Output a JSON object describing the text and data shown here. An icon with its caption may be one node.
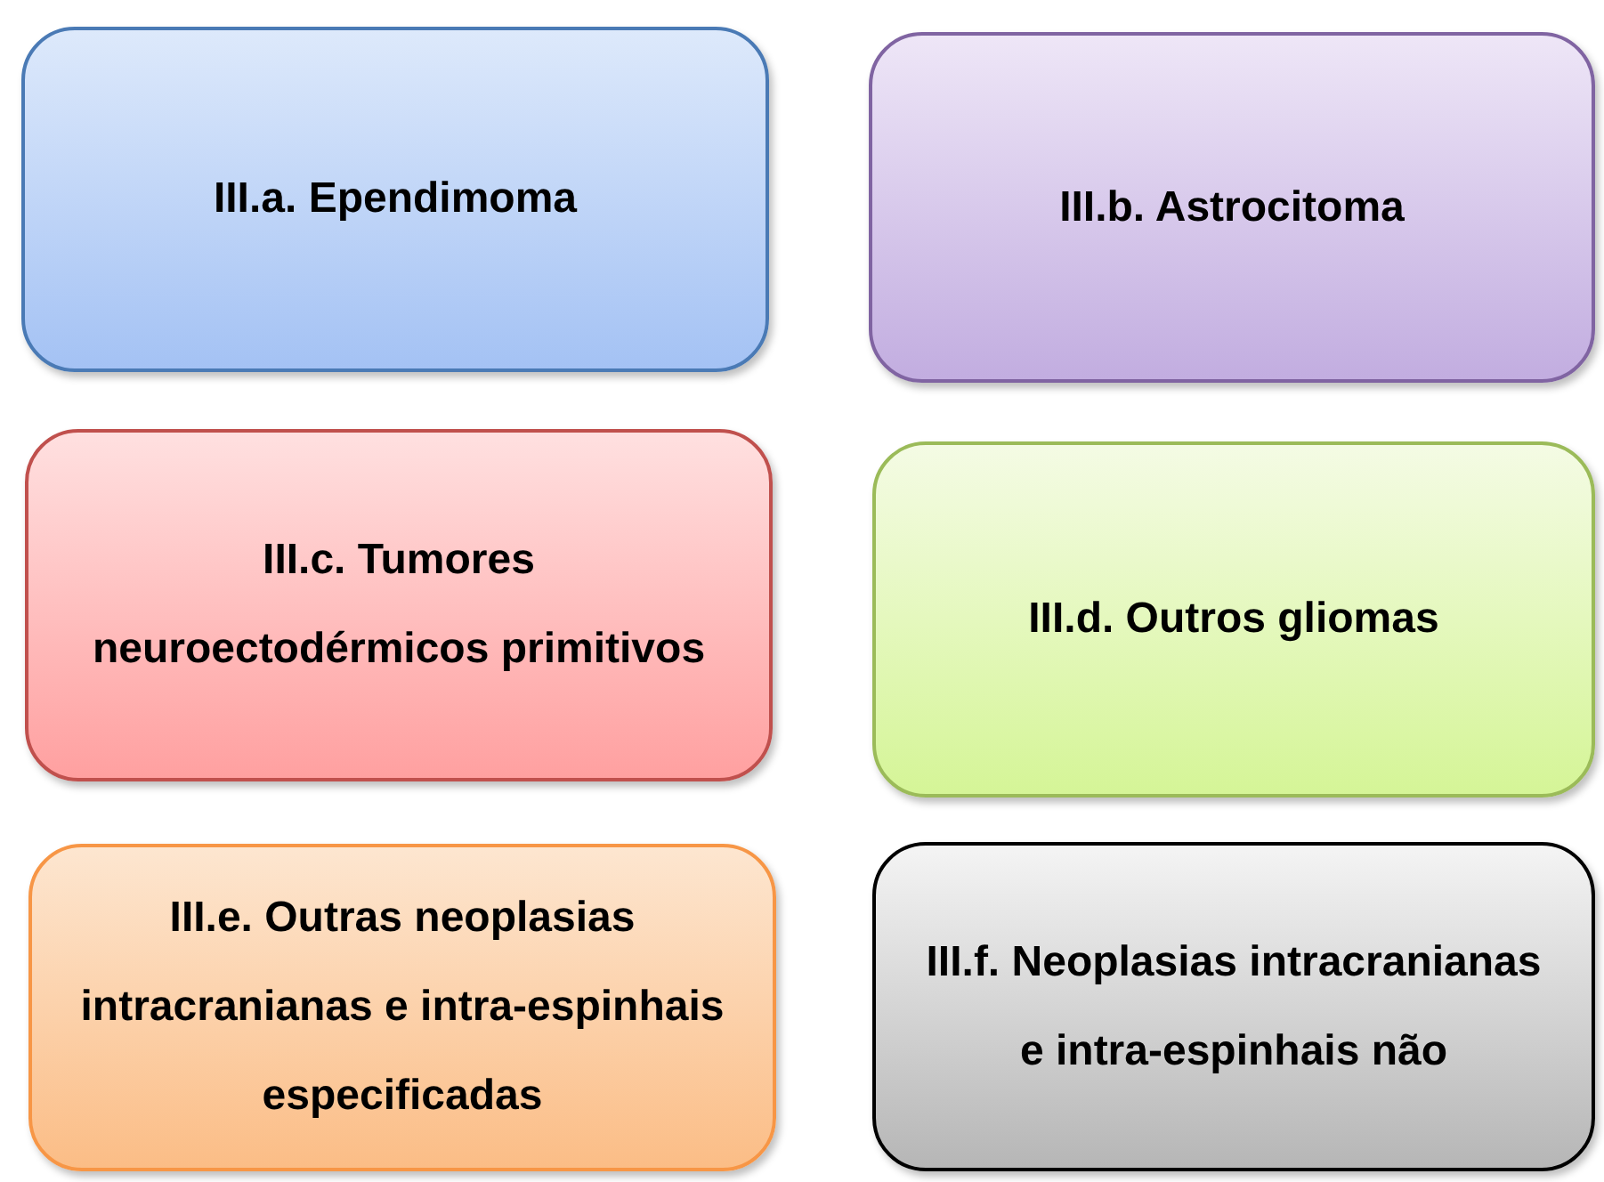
{
  "diagram": {
    "nodes": [
      {
        "text": [
          "III.a. Ependimoma"
        ]
      },
      {
        "text": [
          "III.b. Astrocitoma"
        ]
      },
      {
        "text": [
          "III.c. Tumores neuroectodérmicos primitivos"
        ]
      },
      {
        "text": [
          "III.d. Outros gliomas"
        ]
      },
      {
        "text": [
          "III.e. Outras neoplasias intracranianas e intra-espinhais especificadas"
        ]
      },
      {
        "text": [
          "III.f. Neoplasias intracranianas e intra-espinhais não"
        ]
      }
    ]
  }
}
